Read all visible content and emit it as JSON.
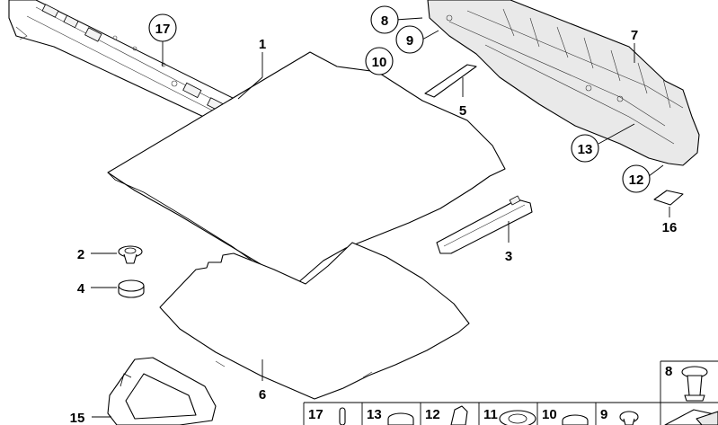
{
  "callouts": {
    "c1": "1",
    "c2": "2",
    "c3": "3",
    "c4": "4",
    "c5": "5",
    "c6": "6",
    "c7": "7",
    "c8": "8",
    "c9": "9",
    "c10": "10",
    "c12": "12",
    "c13": "13",
    "c15": "15",
    "c16": "16",
    "c17": "17"
  },
  "legend": {
    "l17": "17",
    "l13": "13",
    "l12": "12",
    "l11": "11",
    "l10": "10",
    "l9": "9",
    "l8": "8"
  }
}
